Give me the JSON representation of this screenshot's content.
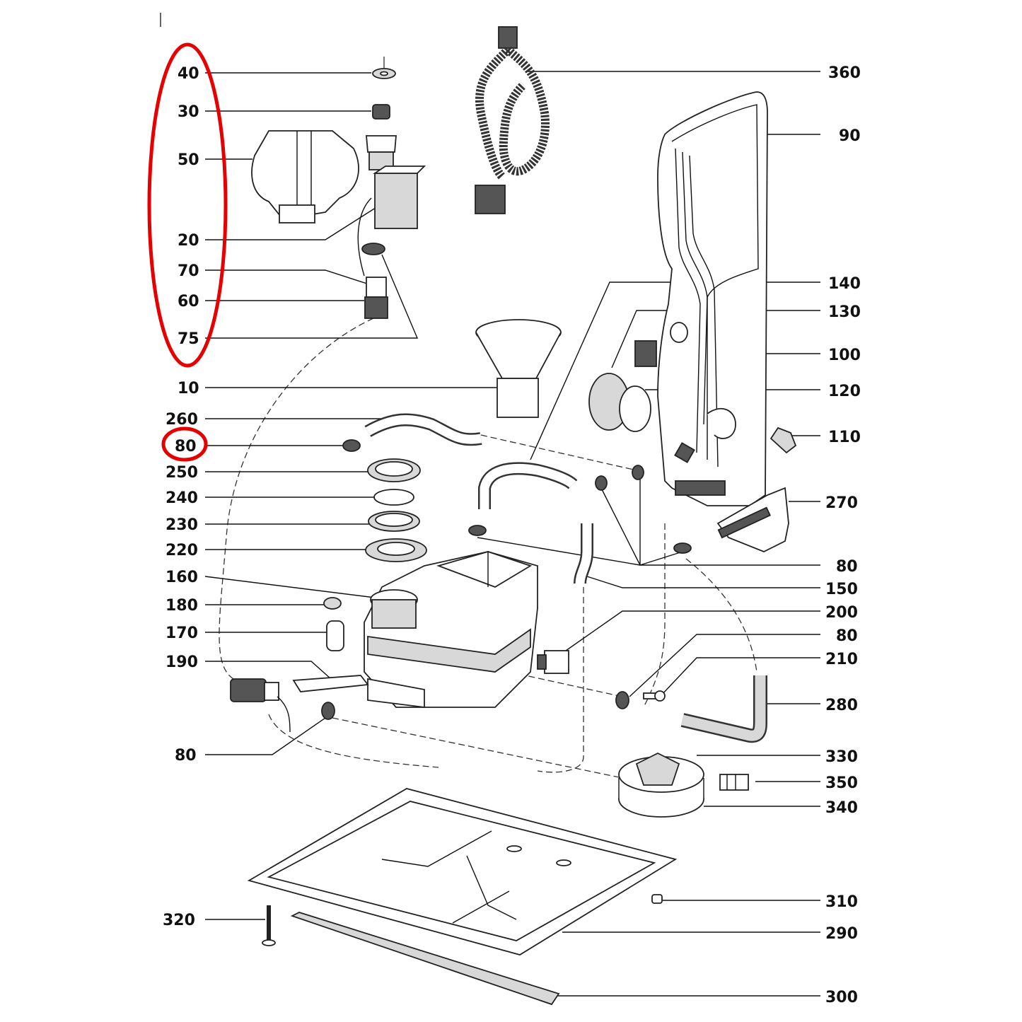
{
  "diagram": {
    "type": "exploded-parts-diagram",
    "highlight_color": "#e60000",
    "highlights": [
      "left label column 40–75",
      "part label 80 (left)"
    ],
    "part_labels": [
      {
        "id": "l40",
        "text": "40"
      },
      {
        "id": "l30",
        "text": "30"
      },
      {
        "id": "l50",
        "text": "50"
      },
      {
        "id": "l20",
        "text": "20"
      },
      {
        "id": "l70",
        "text": "70"
      },
      {
        "id": "l60",
        "text": "60"
      },
      {
        "id": "l75",
        "text": "75"
      },
      {
        "id": "l10",
        "text": "10"
      },
      {
        "id": "l260",
        "text": "260"
      },
      {
        "id": "l80a",
        "text": "80"
      },
      {
        "id": "l250",
        "text": "250"
      },
      {
        "id": "l240",
        "text": "240"
      },
      {
        "id": "l230",
        "text": "230"
      },
      {
        "id": "l220",
        "text": "220"
      },
      {
        "id": "l160",
        "text": "160"
      },
      {
        "id": "l180",
        "text": "180"
      },
      {
        "id": "l170",
        "text": "170"
      },
      {
        "id": "l190",
        "text": "190"
      },
      {
        "id": "l80b",
        "text": "80"
      },
      {
        "id": "l320",
        "text": "320"
      },
      {
        "id": "l360",
        "text": "360"
      },
      {
        "id": "l90",
        "text": "90"
      },
      {
        "id": "l140",
        "text": "140"
      },
      {
        "id": "l130",
        "text": "130"
      },
      {
        "id": "l100",
        "text": "100"
      },
      {
        "id": "l120",
        "text": "120"
      },
      {
        "id": "l110",
        "text": "110"
      },
      {
        "id": "l270",
        "text": "270"
      },
      {
        "id": "l80c",
        "text": "80"
      },
      {
        "id": "l150",
        "text": "150"
      },
      {
        "id": "l200",
        "text": "200"
      },
      {
        "id": "l80d",
        "text": "80"
      },
      {
        "id": "l210",
        "text": "210"
      },
      {
        "id": "l280",
        "text": "280"
      },
      {
        "id": "l330",
        "text": "330"
      },
      {
        "id": "l350",
        "text": "350"
      },
      {
        "id": "l340",
        "text": "340"
      },
      {
        "id": "l310",
        "text": "310"
      },
      {
        "id": "l290",
        "text": "290"
      },
      {
        "id": "l300",
        "text": "300"
      }
    ]
  }
}
